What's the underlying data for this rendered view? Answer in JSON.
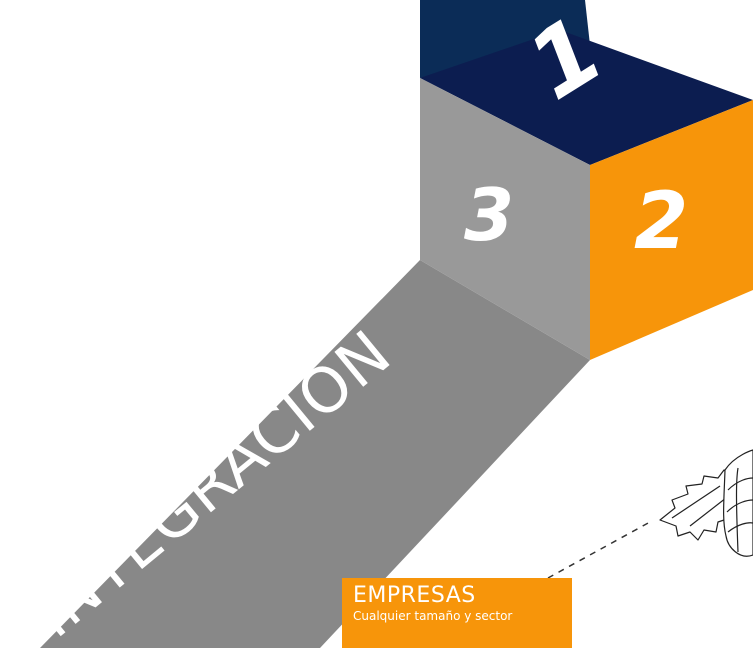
{
  "cube": {
    "top_face_label": "1",
    "right_face_label": "2",
    "left_face_label": "3"
  },
  "ribbon": {
    "label": "INTEGRACIÓN"
  },
  "callout": {
    "title": "EMPRESAS",
    "subtitle": "Cualquier tamaño y sector"
  },
  "colors": {
    "navy": "#0c1d50",
    "navy_back": "#0b2c57",
    "orange": "#f7950a",
    "cube_gray": "#999999",
    "ribbon_gray": "#888888",
    "white": "#ffffff",
    "line": "#333333"
  },
  "icons": {
    "decoration": "hop-cone-icon"
  }
}
